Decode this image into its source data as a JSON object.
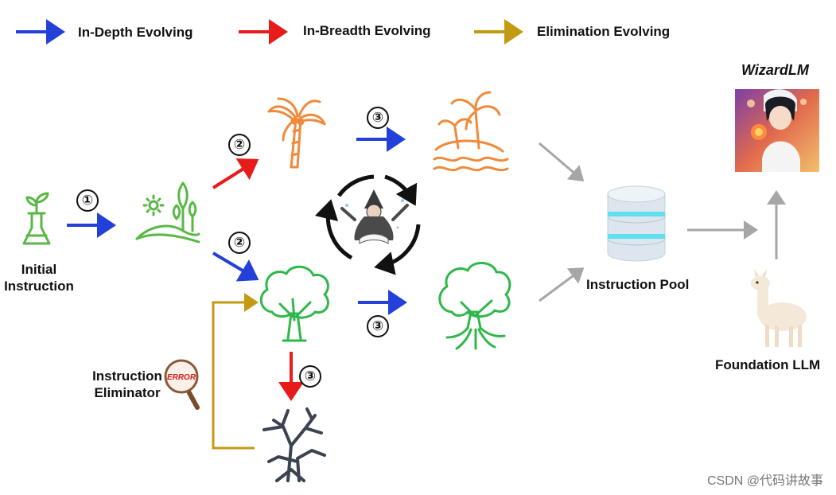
{
  "legend": {
    "in_depth": "In-Depth Evolving",
    "in_breadth": "In-Breadth Evolving",
    "elimination": "Elimination Evolving"
  },
  "labels": {
    "initial_line1": "Initial",
    "initial_line2": "Instruction",
    "eliminator_line1": "Instruction",
    "eliminator_line2": "Eliminator",
    "eliminator_stamp": "ERROR",
    "pool": "Instruction Pool",
    "foundation": "Foundation LLM",
    "wizard": "WizardLM"
  },
  "steps": {
    "one": "①",
    "two": "②",
    "three": "③"
  },
  "watermark": "CSDN @代码讲故事",
  "colors": {
    "in_depth": "#2340d8",
    "in_breadth": "#e81b1b",
    "elimination": "#c49a12",
    "gray_arrow": "#a6a6a6",
    "orange": "#f08a3a",
    "green": "#2fb84a",
    "light_green": "#59b845",
    "dark_tree": "#3b4250",
    "pool_cyan": "#5ee0ee"
  },
  "icons": [
    "flask-sprout-icon",
    "hill-plants-icon",
    "palm-tree-icon",
    "island-icon",
    "tree-icon",
    "rooted-tree-icon",
    "dead-tree-icon",
    "wizard-cycle-icon",
    "magnifier-icon",
    "database-icon",
    "llama-icon",
    "wizard-portrait-icon"
  ]
}
